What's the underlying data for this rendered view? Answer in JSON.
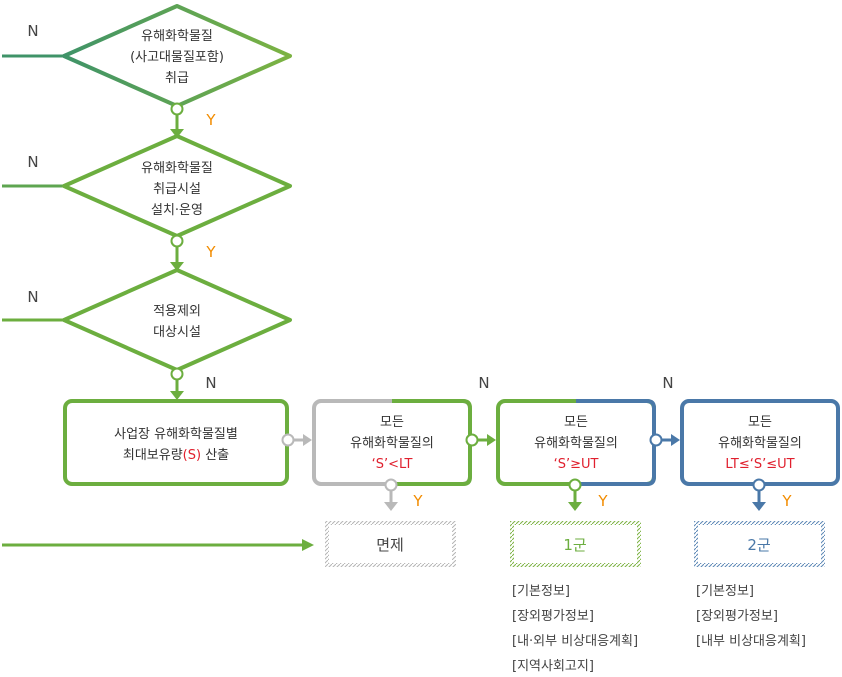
{
  "decisions": [
    {
      "lines": [
        "유해화학물질",
        "(사고대물질포함)",
        "취급"
      ],
      "no_label": "N",
      "yes_label": "Y"
    },
    {
      "lines": [
        "유해화학물질",
        "취급시설",
        "설치·운영"
      ],
      "no_label": "N",
      "yes_label": "Y"
    },
    {
      "lines": [
        "적용제외",
        "대상시설"
      ],
      "no_label": "N"
    }
  ],
  "process": {
    "line1": "사업장 유해화학물질별",
    "line2_prefix": "최대보유량",
    "line2_highlight": "(S)",
    "line2_suffix": " 산출",
    "no_label": "N"
  },
  "conditions": [
    {
      "line1": "모든",
      "line2": "유해화학물질의",
      "expr": "‘S’<LT",
      "yes_label": "Y",
      "no_label": "N"
    },
    {
      "line1": "모든",
      "line2": "유해화학물질의",
      "expr": "‘S’≥UT",
      "yes_label": "Y",
      "no_label": "N"
    },
    {
      "line1": "모든",
      "line2": "유해화학물질의",
      "expr": "LT≤‘S’≤UT",
      "yes_label": "Y"
    }
  ],
  "results": [
    {
      "label": "면제",
      "color": "#444444"
    },
    {
      "label": "1군",
      "color": "#6cae3f",
      "items": [
        "[기본정보]",
        "[장외평가정보]",
        "[내·외부 비상대응계획]",
        "[지역사회고지]"
      ]
    },
    {
      "label": "2군",
      "color": "#4a78a8",
      "items": [
        "[기본정보]",
        "[장외평가정보]",
        "[내부 비상대응계획]"
      ]
    }
  ],
  "colors": {
    "green_dark": "#3f9368",
    "green": "#6cae3f",
    "gray": "#b9b9b9",
    "blue": "#4a78a8",
    "red": "#e0202e",
    "orange": "#f28c00"
  }
}
